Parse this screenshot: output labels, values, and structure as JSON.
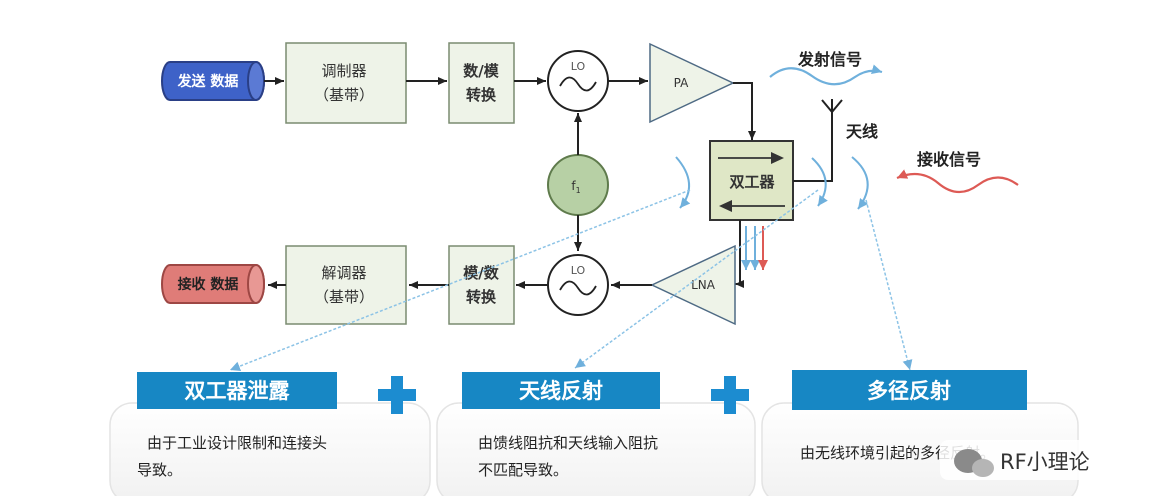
{
  "blocks": {
    "send_data": "发送 数据",
    "receive_data": "接收 数据",
    "modulator_line1": "调制器",
    "modulator_line2": "（基带）",
    "demodulator_line1": "解调器",
    "demodulator_line2": "（基带）",
    "dac_line1": "数/模",
    "dac_line2": "转换",
    "adc_line1": "模/数",
    "adc_line2": "转换",
    "lo_top": "LO",
    "lo_bottom": "LO",
    "freq_base": "f",
    "freq_sub": "1",
    "pa": "PA",
    "lna": "LNA",
    "duplexer": "双工器"
  },
  "labels": {
    "tx_signal": "发射信号",
    "antenna": "天线",
    "rx_signal": "接收信号"
  },
  "cards": [
    {
      "header": "双工器泄露",
      "line1": "由于工业设计限制和连接头",
      "line2": "导致。"
    },
    {
      "header": "天线反射",
      "line1": "由馈线阻抗和天线输入阻抗",
      "line2": "不匹配导致。"
    },
    {
      "header": "多径反射",
      "line1": "由无线环境引起的多径反射。",
      "line2": ""
    }
  ],
  "watermark": "RF小理论",
  "colors": {
    "send_blue": "#3e62c8",
    "receive_red": "#df7c78",
    "block_green": "#eef3e8",
    "duplexer_green": "#dfe7c6",
    "header_blue": "#1787c4",
    "plus_blue": "#1c8cd0",
    "arrow_blue": "#6fb0dc",
    "arrow_red": "#dd5a55"
  }
}
